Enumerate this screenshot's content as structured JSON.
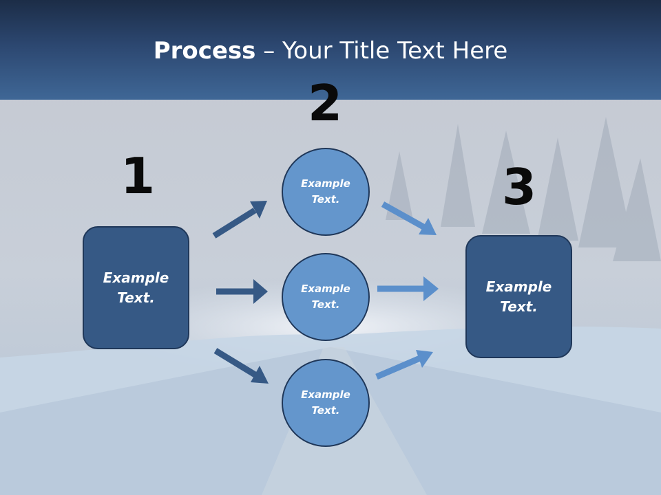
{
  "title": {
    "bold": "Process",
    "rest": " – Your Title Text Here"
  },
  "step_numbers": {
    "one": "1",
    "two": "2",
    "three": "3"
  },
  "left_box": {
    "text": "Example Text."
  },
  "right_box": {
    "text": "Example Text."
  },
  "circles": [
    {
      "text": "Example Text."
    },
    {
      "text": "Example Text."
    },
    {
      "text": "Example Text."
    }
  ],
  "colors": {
    "header": "#2c4770",
    "box_fill": "#365985",
    "circle_fill": "#6496cc",
    "dark_arrow": "#365985",
    "light_arrow": "#5b8fcb"
  }
}
